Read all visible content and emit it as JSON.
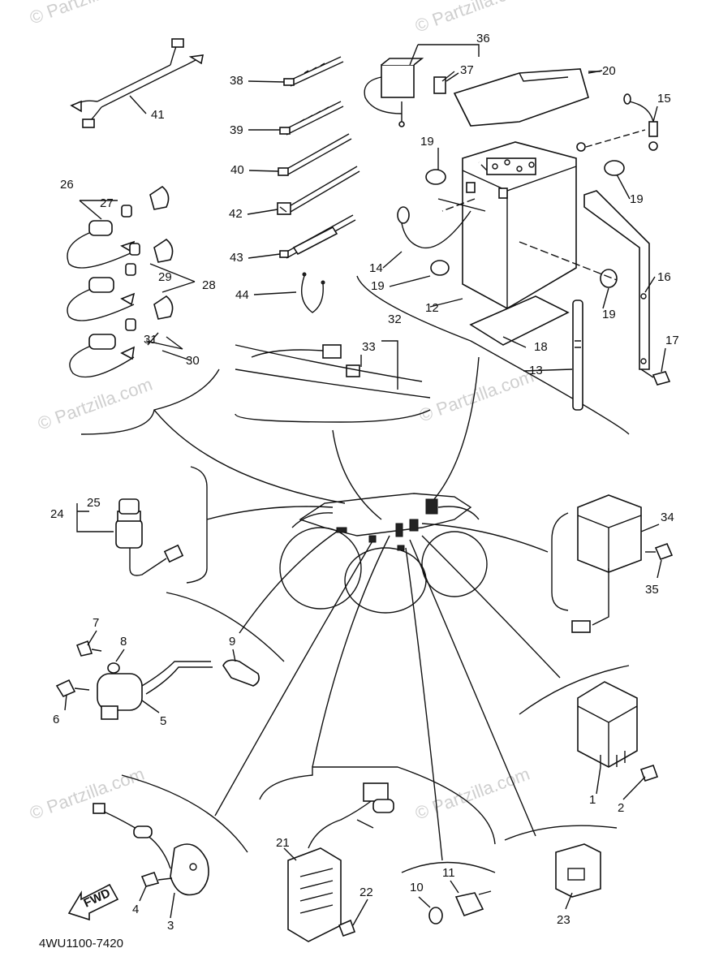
{
  "diagram_code": "4WU1100-7420",
  "watermark": "© Partzilla.com",
  "fwd_label": "FWD",
  "callouts": [
    "1",
    "2",
    "3",
    "4",
    "5",
    "6",
    "7",
    "8",
    "9",
    "10",
    "11",
    "12",
    "13",
    "14",
    "15",
    "16",
    "17",
    "18",
    "19",
    "20",
    "21",
    "22",
    "23",
    "24",
    "25",
    "26",
    "27",
    "28",
    "29",
    "30",
    "31",
    "32",
    "33",
    "34",
    "35",
    "36",
    "37",
    "38",
    "39",
    "40",
    "41",
    "42",
    "43",
    "44"
  ],
  "callout_19_repeat": "19"
}
